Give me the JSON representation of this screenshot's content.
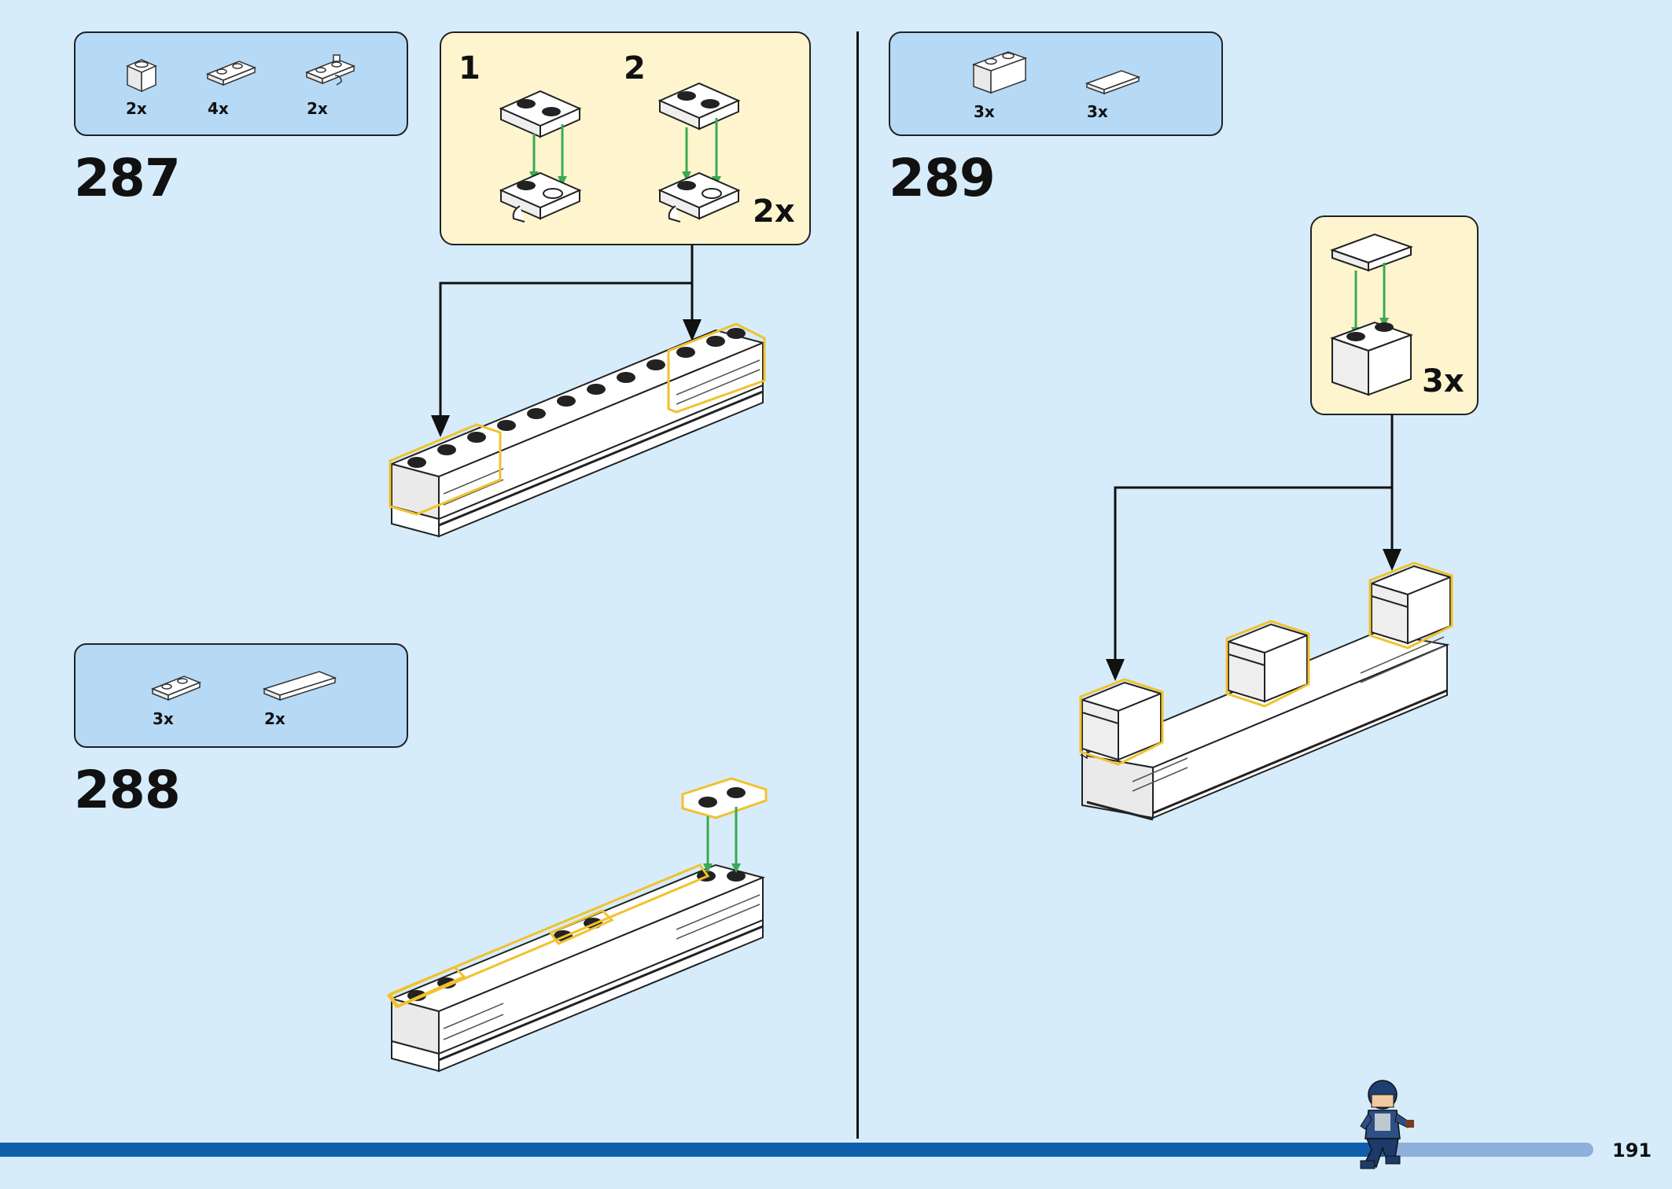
{
  "colors": {
    "background": "#d6ecfb",
    "parts_box": "#b6d9f5",
    "sub_box": "#fef5cf",
    "highlight": "#f0c22d",
    "arrow_green": "#3aaa50",
    "footer_bar": "#0f5fad",
    "footer_bar_light": "#8fb0dd"
  },
  "steps": [
    {
      "number": "287",
      "parts": [
        {
          "icon": "brick-1x1-icon",
          "count": "2x"
        },
        {
          "icon": "plate-1x2-icon",
          "count": "4x"
        },
        {
          "icon": "plate-1x2-clip-icon",
          "count": "2x"
        }
      ],
      "sub_steps": [
        {
          "label": "1"
        },
        {
          "label": "2",
          "multiplier": "2x"
        }
      ]
    },
    {
      "number": "288",
      "parts": [
        {
          "icon": "plate-1x2-icon",
          "count": "3x"
        },
        {
          "icon": "tile-1x4-icon",
          "count": "2x"
        }
      ]
    },
    {
      "number": "289",
      "parts": [
        {
          "icon": "brick-1x2-icon",
          "count": "3x"
        },
        {
          "icon": "tile-1x2-icon",
          "count": "3x"
        }
      ],
      "sub_steps": [
        {
          "multiplier": "3x"
        }
      ]
    }
  ],
  "page_number": "191"
}
